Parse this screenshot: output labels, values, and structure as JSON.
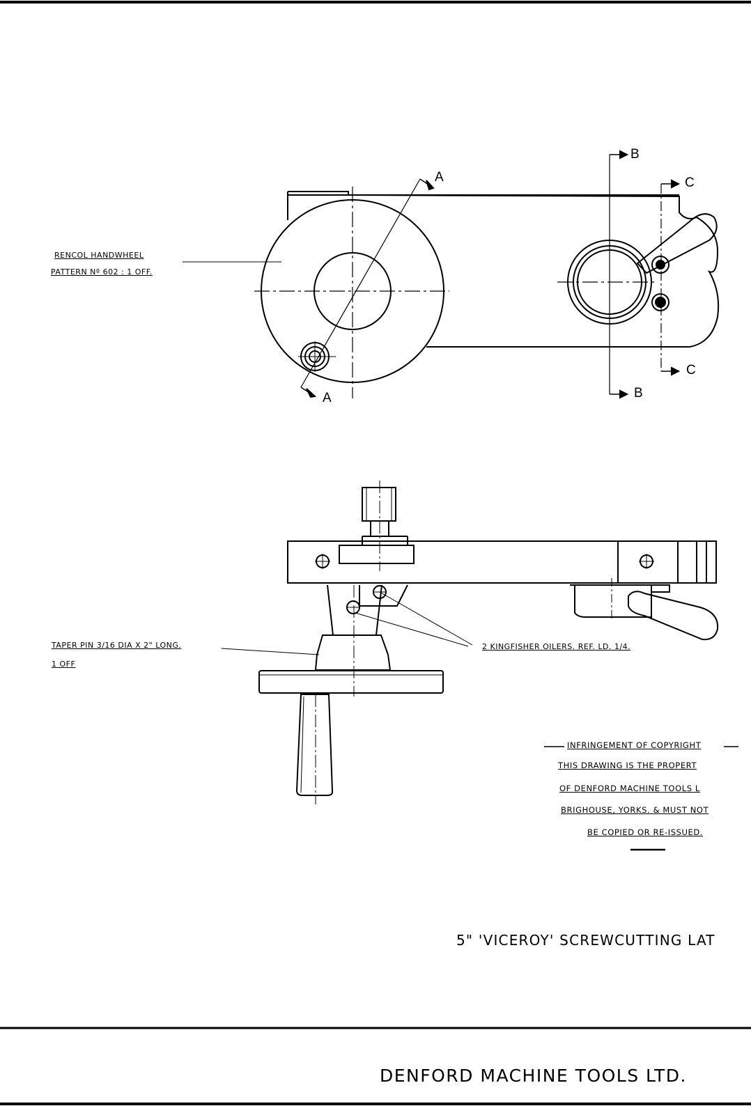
{
  "labels": {
    "handwheel_line1": "RENCOL HANDWHEEL",
    "handwheel_line2": "PATTERN Nº 602 : 1 OFF.",
    "taper_line1": "TAPER PIN 3/16 DIA X 2\" LONG.",
    "taper_line2": "1 OFF",
    "oilers": "2 KINGFISHER OILERS. REF. LD. 1/4."
  },
  "sections": {
    "a_top": "A",
    "a_bottom": "A",
    "b_top": "B",
    "b_bottom": "B",
    "c_top": "C",
    "c_bottom": "C"
  },
  "copyright": {
    "heading": "INFRINGEMENT OF COPYRIGHT",
    "line1": "THIS DRAWING IS THE PROPERT",
    "line2": "OF DENFORD MACHINE TOOLS L",
    "line3": "BRIGHOUSE, YORKS. & MUST NOT",
    "line4": "BE COPIED OR RE-ISSUED."
  },
  "title": "5\" 'VICEROY' SCREWCUTTING LAT",
  "company": "DENFORD MACHINE TOOLS LTD."
}
